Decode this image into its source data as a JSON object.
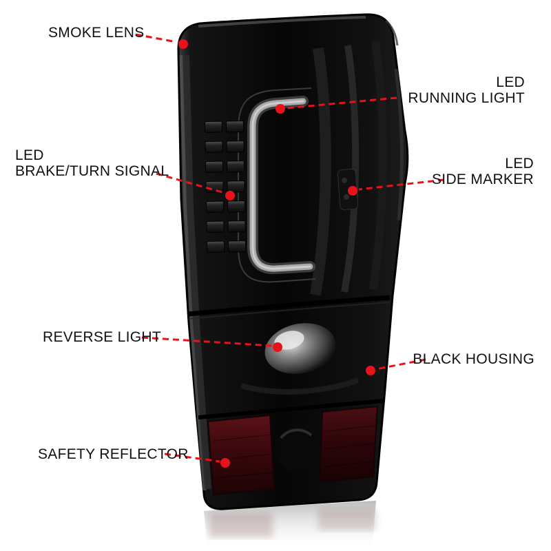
{
  "product": {
    "description": "Smoked LED tail light annotated diagram"
  },
  "colors": {
    "accent_red": "#e8121a",
    "housing_black": "#0c0c0c",
    "reflector_red": "#45090d",
    "background": "#ffffff"
  },
  "callouts": {
    "smoke_lens": {
      "label": "SMOKE LENS"
    },
    "led_running_light": {
      "line1": "LED",
      "line2": "RUNNING LIGHT"
    },
    "led_brake_turn_signal": {
      "line1": "LED",
      "line2": "BRAKE/TURN SIGNAL"
    },
    "led_side_marker": {
      "line1": "LED",
      "line2": "SIDE MARKER"
    },
    "reverse_light": {
      "label": "REVERSE LIGHT"
    },
    "black_housing": {
      "label": "BLACK HOUSING"
    },
    "safety_reflector": {
      "label": "SAFETY REFLECTOR"
    }
  }
}
